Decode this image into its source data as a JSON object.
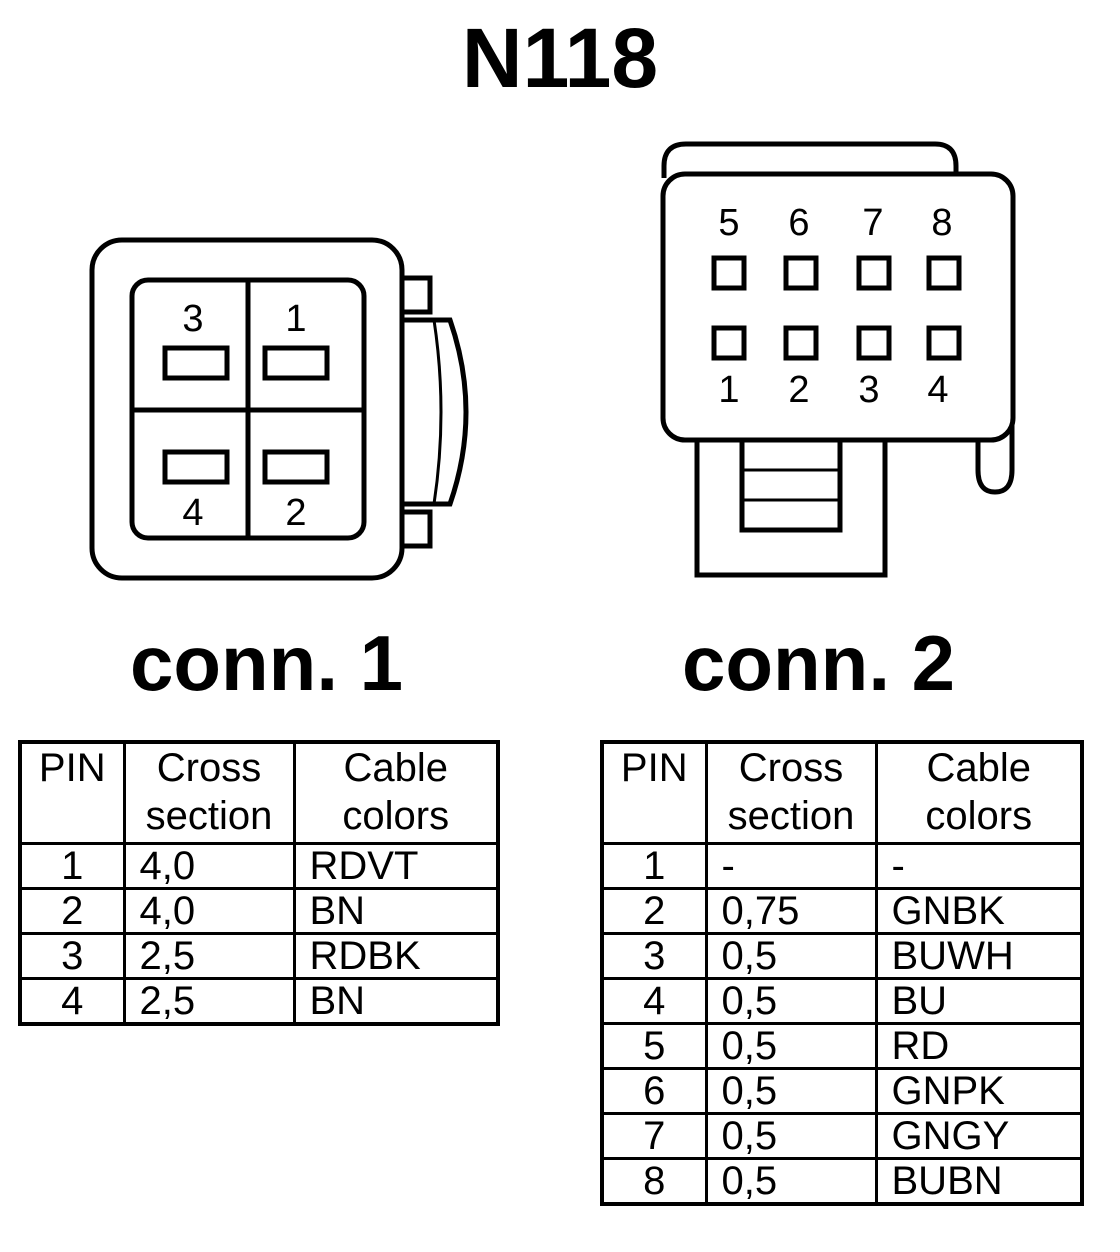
{
  "title": "N118",
  "connectors": [
    {
      "label": "conn. 1",
      "pin_labels": [
        "3",
        "1",
        "4",
        "2"
      ],
      "table": {
        "headers": [
          "PIN",
          "Cross\nsection",
          "Cable\ncolors"
        ],
        "rows": [
          [
            "1",
            "4,0",
            "RDVT"
          ],
          [
            "2",
            "4,0",
            "BN"
          ],
          [
            "3",
            "2,5",
            "RDBK"
          ],
          [
            "4",
            "2,5",
            "BN"
          ]
        ]
      }
    },
    {
      "label": "conn. 2",
      "pin_labels_top": [
        "5",
        "6",
        "7",
        "8"
      ],
      "pin_labels_bottom": [
        "1",
        "2",
        "3",
        "4"
      ],
      "table": {
        "headers": [
          "PIN",
          "Cross\nsection",
          "Cable\ncolors"
        ],
        "rows": [
          [
            "1",
            "-",
            "-"
          ],
          [
            "2",
            "0,75",
            "GNBK"
          ],
          [
            "3",
            "0,5",
            "BUWH"
          ],
          [
            "4",
            "0,5",
            "BU"
          ],
          [
            "5",
            "0,5",
            "RD"
          ],
          [
            "6",
            "0,5",
            "GNPK"
          ],
          [
            "7",
            "0,5",
            "GNGY"
          ],
          [
            "8",
            "0,5",
            "BUBN"
          ]
        ]
      }
    }
  ]
}
